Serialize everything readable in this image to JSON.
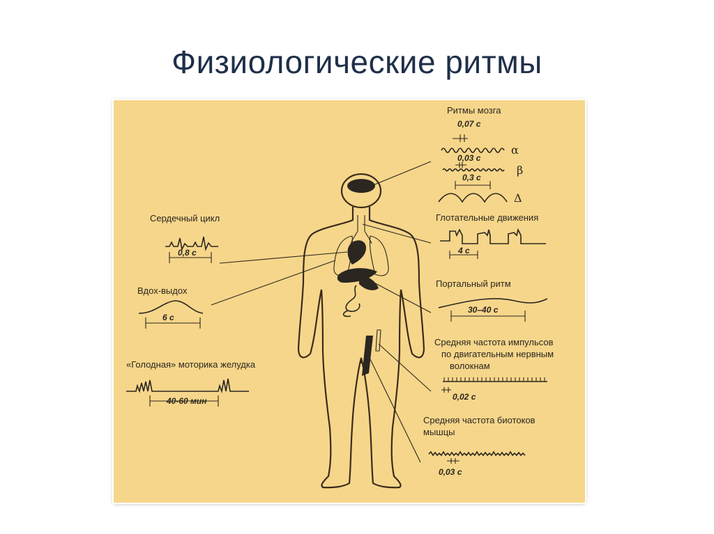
{
  "slide": {
    "title": "Физиологические ритмы"
  },
  "diagram": {
    "brain": {
      "title": "Ритмы мозга",
      "periods": [
        "0,07 с",
        "0,03 с",
        "0,3 с"
      ],
      "rhythm_symbols": [
        "α",
        "β",
        "Δ"
      ]
    },
    "swallowing": {
      "title": "Глотательные движения",
      "period": "4 с"
    },
    "portal": {
      "title": "Портальный ритм",
      "period": "30–40 с"
    },
    "motor_nerve": {
      "title_lines": [
        "Средняя частота импульсов",
        "по двигательным нервным",
        "волокнам"
      ],
      "period": "0,02 с"
    },
    "muscle": {
      "title_lines": [
        "Средняя частота биотоков",
        "мышцы"
      ],
      "period": "0,03 с"
    },
    "heart": {
      "title": "Сердечный цикл",
      "period": "0,8 с"
    },
    "breath": {
      "title": "Вдох-выдох",
      "period": "6 с"
    },
    "stomach": {
      "title": "«Голодная» моторика желудка",
      "period": "40-60 мин"
    }
  }
}
